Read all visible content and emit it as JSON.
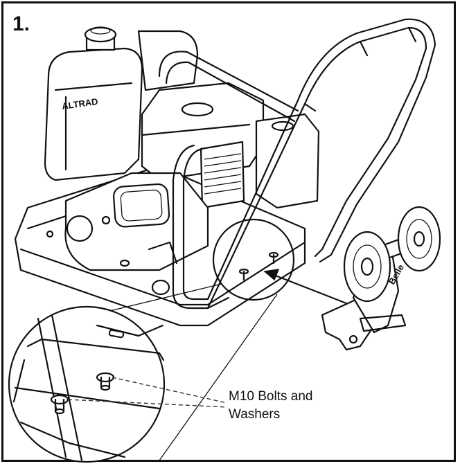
{
  "figure": {
    "step_number": "1.",
    "callout_line1": "M10 Bolts and",
    "callout_line2": "Washers",
    "machine_logo": "ALTRAD",
    "wheel_logo": "Belle"
  },
  "colors": {
    "ink": "#111111",
    "background": "#ffffff"
  }
}
